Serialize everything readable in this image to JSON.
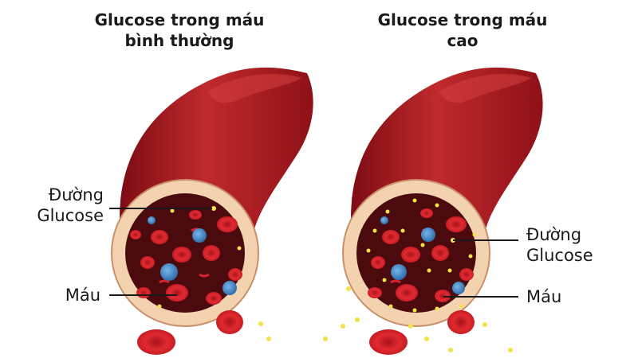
{
  "panels": [
    {
      "title_line1": "Glucose trong máu",
      "title_line2": "bình thường",
      "glucose_label_line1": "Đường",
      "glucose_label_line2": "Glucose",
      "blood_label": "Máu"
    },
    {
      "title_line1": "Glucose trong máu",
      "title_line2": "cao",
      "glucose_label_line1": "Đường",
      "glucose_label_line2": "Glucose",
      "blood_label": "Máu"
    }
  ],
  "colors": {
    "vessel": "#a3141e",
    "vessel_highlight": "#cf3a3a",
    "vessel_wall": "#f3d2b0",
    "lumen": "#4a0a0e",
    "red_cell": "#d8222b",
    "white_cell": "#3d86c6",
    "glucose": "#f4e24a"
  }
}
